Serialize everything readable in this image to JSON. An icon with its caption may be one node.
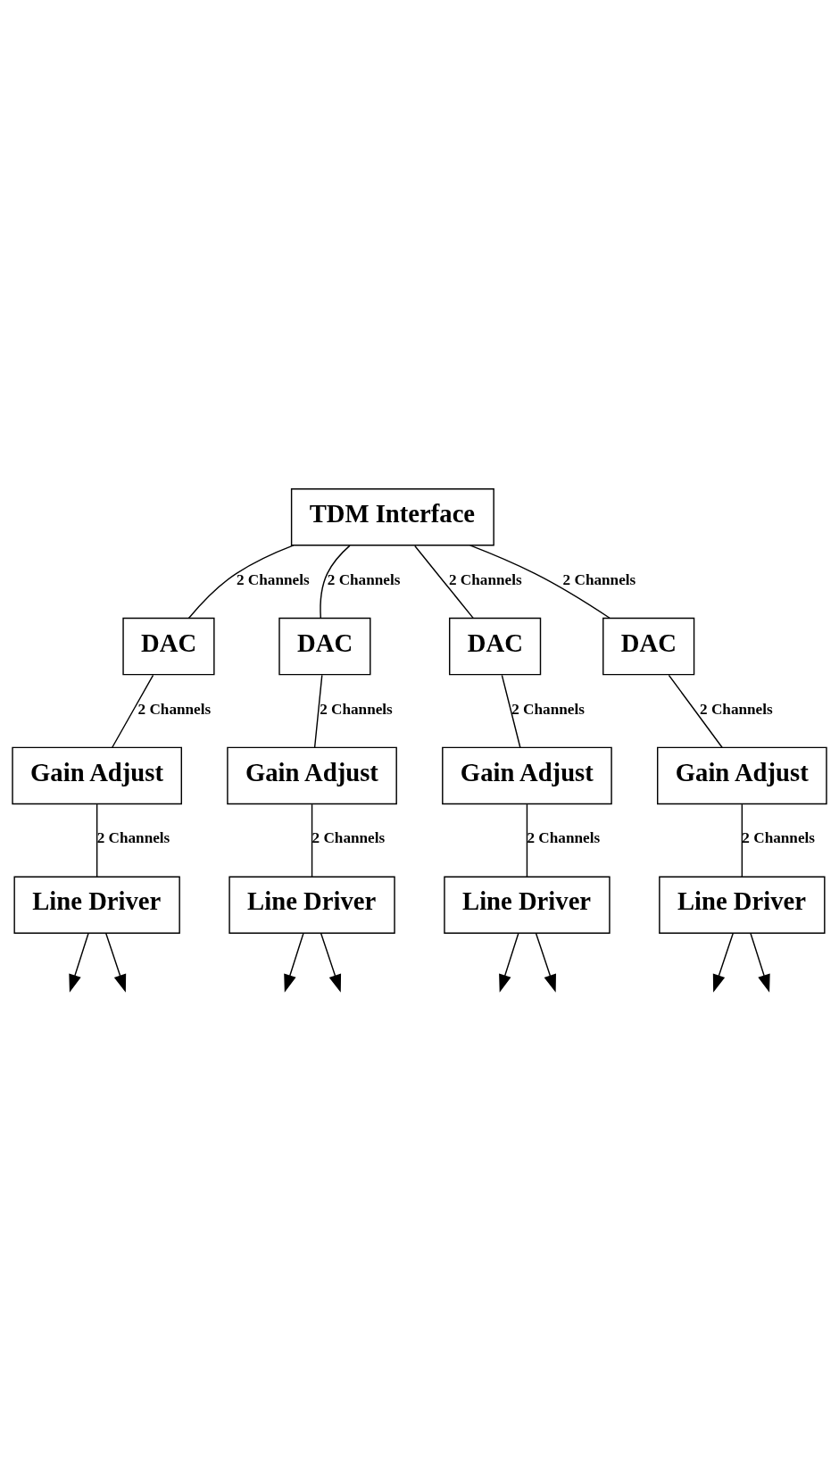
{
  "diagram": {
    "nodes": [
      {
        "text": [
          "TDM Interface"
        ]
      },
      {
        "text": [
          "DAC"
        ]
      },
      {
        "text": [
          "DAC"
        ]
      },
      {
        "text": [
          "DAC"
        ]
      },
      {
        "text": [
          "DAC"
        ]
      },
      {
        "text": [
          "Gain Adjust"
        ]
      },
      {
        "text": [
          "Gain Adjust"
        ]
      },
      {
        "text": [
          "Gain Adjust"
        ]
      },
      {
        "text": [
          "Gain Adjust"
        ]
      },
      {
        "text": [
          "Line Driver"
        ]
      },
      {
        "text": [
          "Line Driver"
        ]
      },
      {
        "text": [
          "Line Driver"
        ]
      },
      {
        "text": [
          "Line Driver"
        ]
      }
    ],
    "edges": [
      {
        "from": 0,
        "to": 1,
        "arrow": "none",
        "label": "2 Channels"
      },
      {
        "from": 0,
        "to": 2,
        "arrow": "none",
        "label": "2 Channels"
      },
      {
        "from": 0,
        "to": 3,
        "arrow": "none",
        "label": "2 Channels"
      },
      {
        "from": 0,
        "to": 4,
        "arrow": "none",
        "label": "2 Channels"
      },
      {
        "from": 1,
        "to": 5,
        "arrow": "none",
        "label": "2 Channels"
      },
      {
        "from": 2,
        "to": 6,
        "arrow": "none",
        "label": "2 Channels"
      },
      {
        "from": 3,
        "to": 7,
        "arrow": "none",
        "label": "2 Channels"
      },
      {
        "from": 4,
        "to": 8,
        "arrow": "none",
        "label": "2 Channels"
      },
      {
        "from": 5,
        "to": 9,
        "arrow": "none",
        "label": "2 Channels"
      },
      {
        "from": 6,
        "to": 10,
        "arrow": "none",
        "label": "2 Channels"
      },
      {
        "from": 7,
        "to": 11,
        "arrow": "none",
        "label": "2 Channels"
      },
      {
        "from": 8,
        "to": 12,
        "arrow": "none",
        "label": "2 Channels"
      },
      {
        "from": 9,
        "to": null,
        "arrow": "to"
      },
      {
        "from": 9,
        "to": null,
        "arrow": "to"
      },
      {
        "from": 10,
        "to": null,
        "arrow": "to"
      },
      {
        "from": 10,
        "to": null,
        "arrow": "to"
      },
      {
        "from": 11,
        "to": null,
        "arrow": "to"
      },
      {
        "from": 11,
        "to": null,
        "arrow": "to"
      },
      {
        "from": 12,
        "to": null,
        "arrow": "to"
      },
      {
        "from": 12,
        "to": null,
        "arrow": "to"
      }
    ]
  }
}
